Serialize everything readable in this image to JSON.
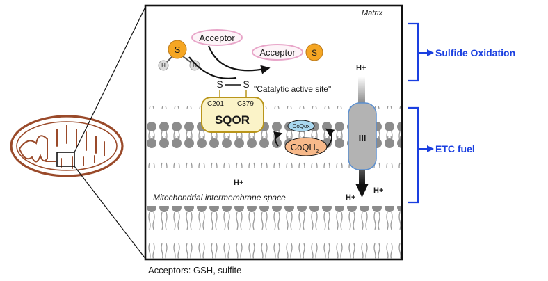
{
  "labels": {
    "matrix": "Matrix",
    "acceptor_in": "Acceptor",
    "acceptor_out": "Acceptor",
    "sulfur_h2s": "S",
    "hydrogen_1": "H",
    "hydrogen_2": "H",
    "sulfur_product": "S",
    "disulfide_s1": "S",
    "disulfide_s2": "S",
    "catalytic_site": "\"Catalytic active site\"",
    "c201": "C201",
    "c379": "C379",
    "sqor": "SQOR",
    "coq_ox": "CoQox",
    "coqh2_main": "CoQH",
    "coqh2_sub": "2",
    "complex_iii": "III",
    "h_plus_top": "H+",
    "h_plus_ims": "H+",
    "h_plus_bottom_left": "H+",
    "h_plus_bottom_right": "H+",
    "ims": "Mitochondrial intermembrane space",
    "caption": "Acceptors: GSH, sulfite"
  },
  "brackets": {
    "sulfide_oxidation": "Sulfide Oxidation",
    "etc_fuel": "ETC fuel"
  },
  "colors": {
    "bracket_blue": "#1a3fe0",
    "sulfur_orange": "#f5a623",
    "sqor_fill": "#fbf3c8",
    "acceptor_pink": "#e8a6c9",
    "coqh2_fill": "#f7b98a",
    "coqox_fill": "#a9d8f0",
    "complex_grey": "#b3b3b3",
    "mito_brown": "#9a4a2a"
  }
}
